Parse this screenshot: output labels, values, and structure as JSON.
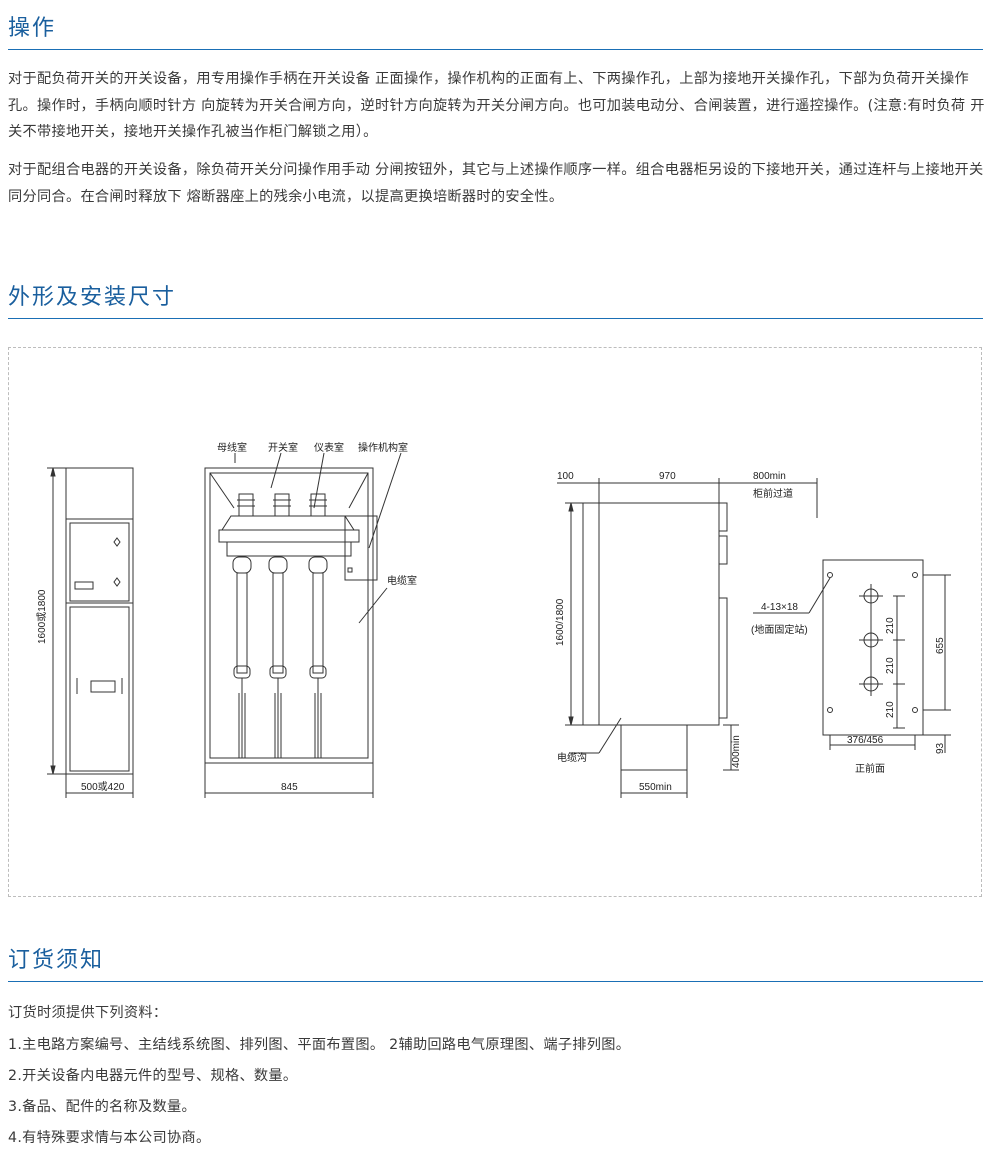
{
  "sections": {
    "operation": {
      "title": "操作",
      "paragraphs": [
        "对于配负荷开关的开关设备，用专用操作手柄在开关设备 正面操作，操作机构的正面有上、下两操作孔，上部为接地开关操作孔，下部为负荷开关操作孔。操作时，手柄向顺时针方 向旋转为开关合闸方向，逆时针方向旋转为开关分闸方向。也可加装电动分、合闸装置，进行遥控操作。(注意:有时负荷 开关不带接地开关，接地开关操作孔被当作柜门解锁之用）。",
        "对于配组合电器的开关设备，除负荷开关分问操作用手动 分闸按钮外，其它与上述操作顺序一样。组合电器柜另设的下接地开关，通过连杆与上接地开关同分同合。在合闸时释放下 熔断器座上的残余小电流，以提高更换培断器时的安全性。"
      ]
    },
    "dimensions": {
      "title": "外形及安装尺寸",
      "front_view": {
        "height_label": "1600或1800",
        "width_label": "500或420"
      },
      "inner_view": {
        "labels": [
          "母线室",
          "开关室",
          "仪表室",
          "操作机构室"
        ],
        "cable_room": "电缆室",
        "width_label": "845"
      },
      "side_view": {
        "top_dims": [
          "100",
          "970",
          "800min"
        ],
        "aisle_label": "柜前过道",
        "height_label": "1600/1800",
        "trench_label": "电缆沟",
        "depth_label": "400min",
        "trench_width": "550min"
      },
      "plan_view": {
        "holes_label": "4-13×18",
        "holes_note": "(地面固定站)",
        "spacings": [
          "210",
          "210",
          "210"
        ],
        "height_label": "655",
        "width_label": "376/456",
        "offset_label": "93",
        "caption": "正前面"
      }
    },
    "ordering": {
      "title": "订货须知",
      "lines": [
        "订货时须提供下列资料：",
        "1.主电路方案编号、主结线系统图、排列图、平面布置图。 2辅助回路电气原理图、端子排列图。",
        "2.开关设备内电器元件的型号、规格、数量。",
        "3.备品、配件的名称及数量。",
        "4.有特殊要求情与本公司协商。"
      ]
    }
  },
  "colors": {
    "accent": "#1a5f9e",
    "rule": "#1a6fb5",
    "text": "#3a3a3a",
    "line": "#333333"
  }
}
